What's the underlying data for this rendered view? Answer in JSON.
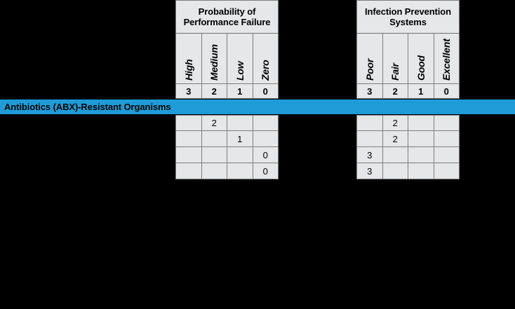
{
  "background_color": "#000000",
  "cell_color": "#e6e7e8",
  "border_color": "#7d7d7d",
  "groups": [
    {
      "id": "probability",
      "title": "Probability of Performance Failure",
      "title_line1": "Probability of",
      "title_line2": "Performance Failure",
      "columns": [
        {
          "label": "High",
          "score": "3"
        },
        {
          "label": "Medium",
          "score": "2"
        },
        {
          "label": "Low",
          "score": "1"
        },
        {
          "label": "Zero",
          "score": "0"
        }
      ],
      "rows": [
        [
          "",
          "2",
          "",
          ""
        ],
        [
          "",
          "",
          "1",
          ""
        ],
        [
          "",
          "",
          "",
          "0"
        ],
        [
          "",
          "",
          "",
          "0"
        ]
      ]
    },
    {
      "id": "infection",
      "title": "Infection Prevention Systems",
      "title_line1": "Infection Prevention",
      "title_line2": "Systems",
      "columns": [
        {
          "label": "Poor",
          "score": "3"
        },
        {
          "label": "Fair",
          "score": "2"
        },
        {
          "label": "Good",
          "score": "1"
        },
        {
          "label": "Excellent",
          "score": "0"
        }
      ],
      "rows": [
        [
          "",
          "2",
          "",
          ""
        ],
        [
          "",
          "2",
          "",
          ""
        ],
        [
          "3",
          "",
          "",
          ""
        ],
        [
          "3",
          "",
          "",
          ""
        ]
      ]
    }
  ],
  "banner": {
    "label": "Antibiotics (ABX)-Resistant Organisms",
    "color": "#1d9cd7"
  }
}
